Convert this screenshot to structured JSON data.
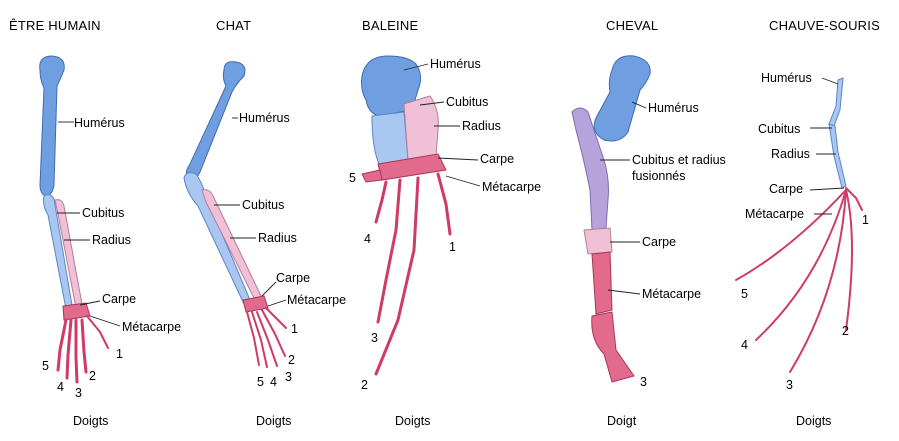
{
  "panels": {
    "human": {
      "title": "ÊTRE HUMAIN",
      "humerus": "Humérus",
      "ulna": "Cubitus",
      "radius": "Radius",
      "carpus": "Carpe",
      "metacarpus": "Métacarpe",
      "digits": "Doigts",
      "n1": "1",
      "n2": "2",
      "n3": "3",
      "n4": "4",
      "n5": "5"
    },
    "cat": {
      "title": "CHAT",
      "humerus": "Humérus",
      "ulna": "Cubitus",
      "radius": "Radius",
      "carpus": "Carpe",
      "metacarpus": "Métacarpe",
      "digits": "Doigts",
      "n1": "1",
      "n2": "2",
      "n3": "3",
      "n4": "4",
      "n5": "5"
    },
    "whale": {
      "title": "BALEINE",
      "humerus": "Humérus",
      "ulna": "Cubitus",
      "radius": "Radius",
      "carpus": "Carpe",
      "metacarpus": "Métacarpe",
      "digits": "Doigts",
      "n1": "1",
      "n2": "2",
      "n3": "3",
      "n4": "4",
      "n5": "5"
    },
    "horse": {
      "title": "CHEVAL",
      "humerus": "Humérus",
      "fused_line1": "Cubitus et radius",
      "fused_line2": "fusionnés",
      "carpus": "Carpe",
      "metacarpus": "Métacarpe",
      "digit": "Doigt",
      "n3": "3"
    },
    "bat": {
      "title": "CHAUVE-SOURIS",
      "humerus": "Humérus",
      "ulna": "Cubitus",
      "radius": "Radius",
      "carpus": "Carpe",
      "metacarpus": "Métacarpe",
      "digits": "Doigts",
      "n1": "1",
      "n2": "2",
      "n3": "3",
      "n4": "4",
      "n5": "5"
    }
  }
}
